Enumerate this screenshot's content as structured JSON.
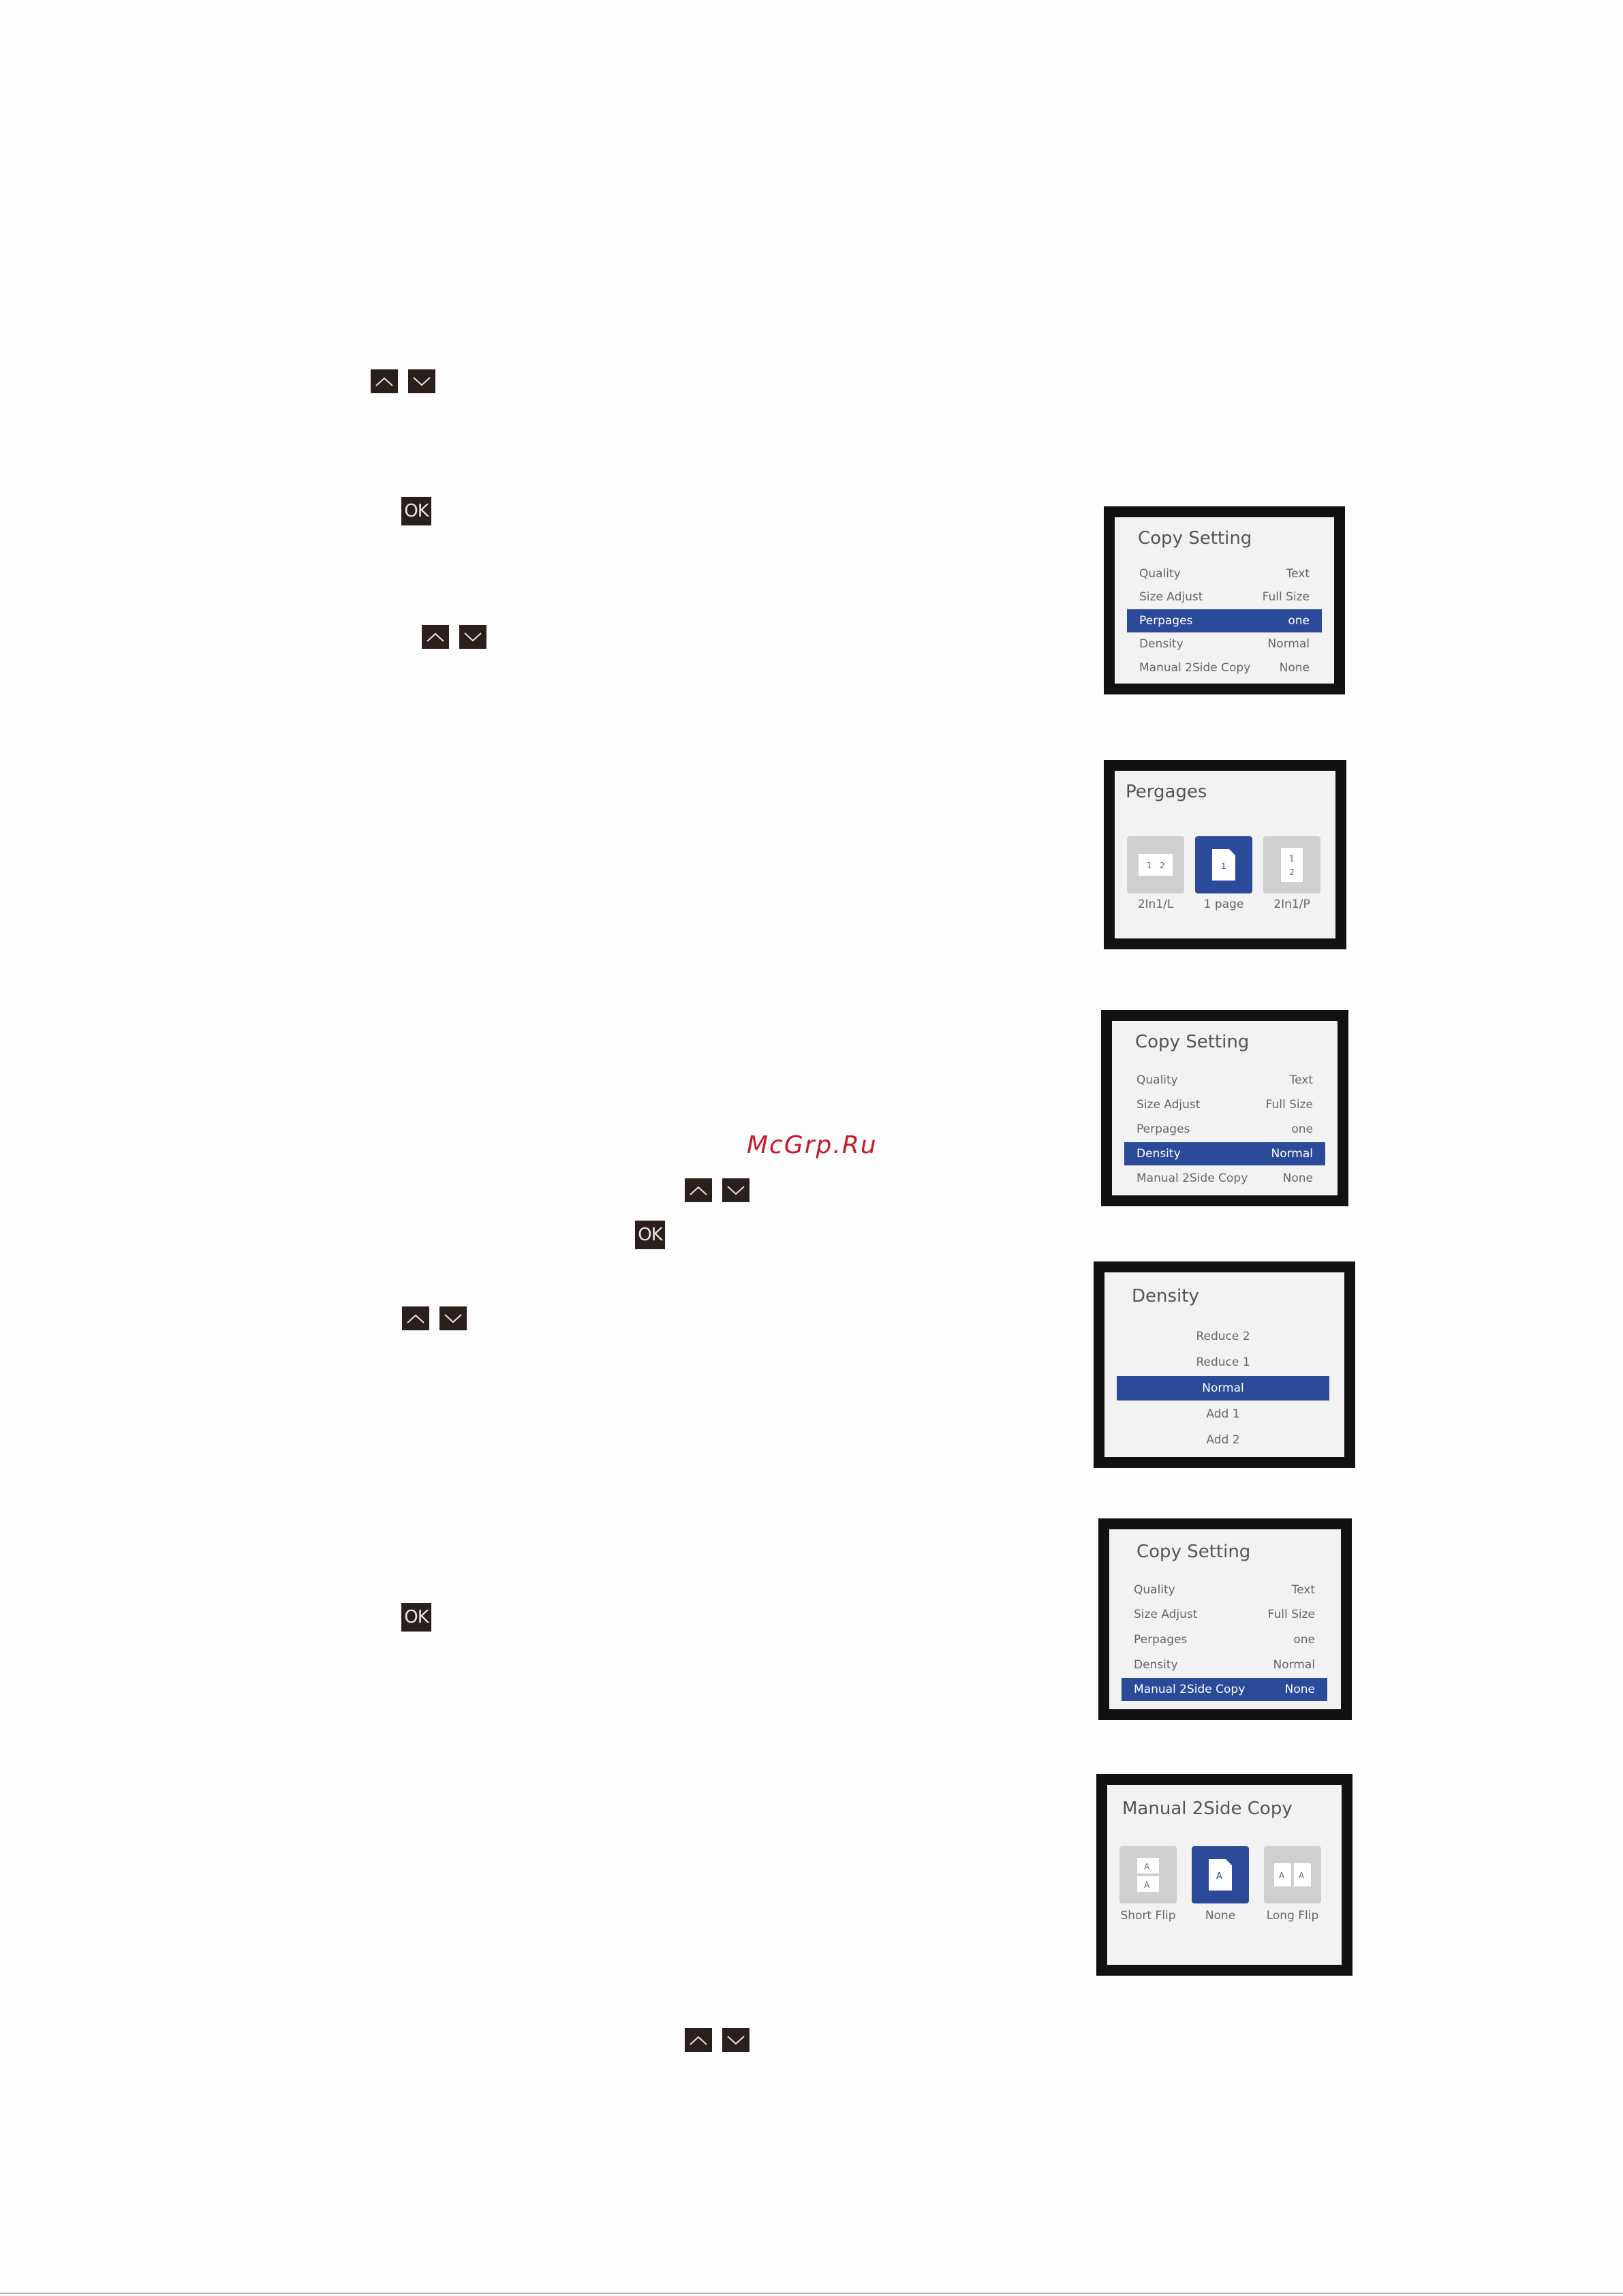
{
  "buttons": {
    "ok_label": "OK"
  },
  "watermark": "McGrp.Ru",
  "copy_setting": {
    "title": "Copy Setting",
    "rows": [
      {
        "label": "Quality",
        "value": "Text"
      },
      {
        "label": "Size Adjust",
        "value": "Full Size"
      },
      {
        "label": "Perpages",
        "value": "one"
      },
      {
        "label": "Density",
        "value": "Normal"
      },
      {
        "label": "Manual 2Side Copy",
        "value": "None"
      }
    ]
  },
  "pergages": {
    "title": "Pergages",
    "options": [
      {
        "label": "2In1/L",
        "glyph": "1 2"
      },
      {
        "label": "1 page",
        "glyph": "1"
      },
      {
        "label": "2In1/P",
        "glyph": "1\n2"
      }
    ],
    "selected": "1 page"
  },
  "density": {
    "title": "Density",
    "options": [
      "Reduce 2",
      "Reduce 1",
      "Normal",
      "Add 1",
      "Add 2"
    ],
    "selected": "Normal"
  },
  "manual2side": {
    "title": "Manual 2Side Copy",
    "options": [
      {
        "label": "Short Flip",
        "glyph": "A\nA"
      },
      {
        "label": "None",
        "glyph": "A"
      },
      {
        "label": "Long Flip",
        "glyph": "A A"
      }
    ],
    "selected": "None"
  },
  "colors": {
    "accent": "#2c4a9a",
    "button": "#2a1f1d",
    "watermark": "#c31a2a"
  }
}
